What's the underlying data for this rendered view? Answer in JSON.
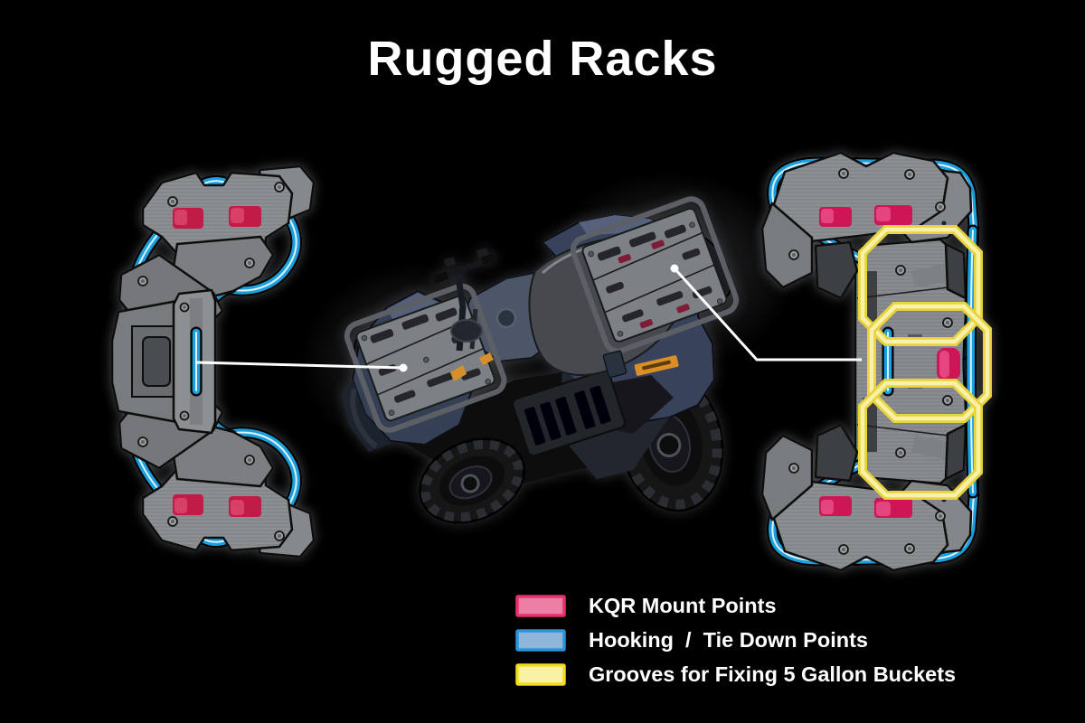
{
  "title": "Rugged Racks",
  "legend": {
    "items": [
      {
        "id": "kqr",
        "label": "KQR Mount Points",
        "fill": "#ec7fa6",
        "border": "#e6316e"
      },
      {
        "id": "hook",
        "label": "Hooking  /  Tie Down Points",
        "fill": "#8fb6da",
        "border": "#2994da"
      },
      {
        "id": "bucket",
        "label": "Grooves for Fixing 5 Gallon Buckets",
        "fill": "#f9f2a4",
        "border": "#f3dc1c"
      }
    ]
  },
  "diagram": {
    "vehicle": "ATV top view",
    "accent_colors": {
      "mount_point_front": "#c11f47",
      "mount_point_rear": "#ce1457",
      "tie_down_tube": "#1c9fdd",
      "bucket_groove": "#e9d23c"
    },
    "front_rack_mount_points": 4,
    "rear_rack_mount_points": 5,
    "bucket_groove_count": 3
  }
}
